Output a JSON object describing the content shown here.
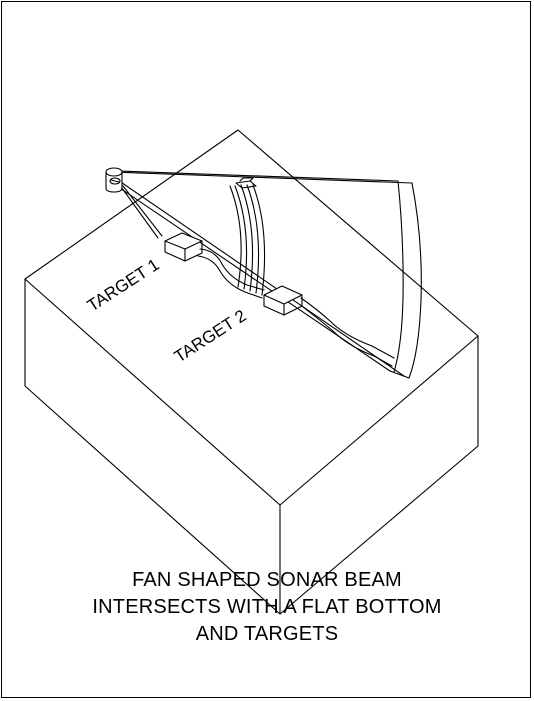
{
  "diagram": {
    "labels": {
      "target_1": "TARGET 1",
      "target_2": "TARGET 2"
    },
    "caption": {
      "line1": "FAN SHAPED SONAR BEAM",
      "line2": "INTERSECTS WITH A FLAT BOTTOM",
      "line3": "AND TARGETS"
    }
  }
}
